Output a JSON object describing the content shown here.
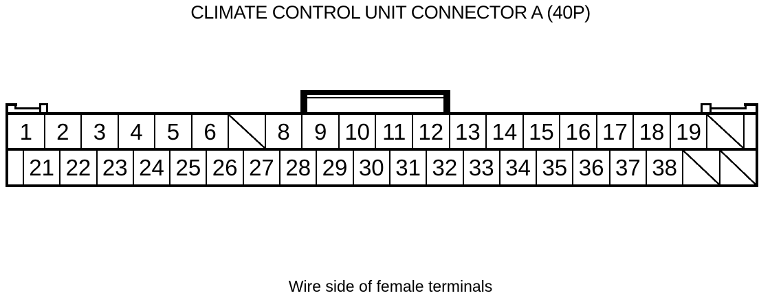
{
  "title": "CLIMATE CONTROL UNIT CONNECTOR A (40P)",
  "caption": "Wire side of female terminals",
  "colors": {
    "line": "#000000",
    "background": "#ffffff"
  },
  "connector": {
    "top_row": [
      "1",
      "2",
      "3",
      "4",
      "5",
      "6",
      null,
      "8",
      "9",
      "10",
      "11",
      "12",
      "13",
      "14",
      "15",
      "16",
      "17",
      "18",
      "19",
      null
    ],
    "bottom_row": [
      "21",
      "22",
      "23",
      "24",
      "25",
      "26",
      "27",
      "28",
      "29",
      "30",
      "31",
      "32",
      "33",
      "34",
      "35",
      "36",
      "37",
      "38",
      null,
      null
    ]
  }
}
